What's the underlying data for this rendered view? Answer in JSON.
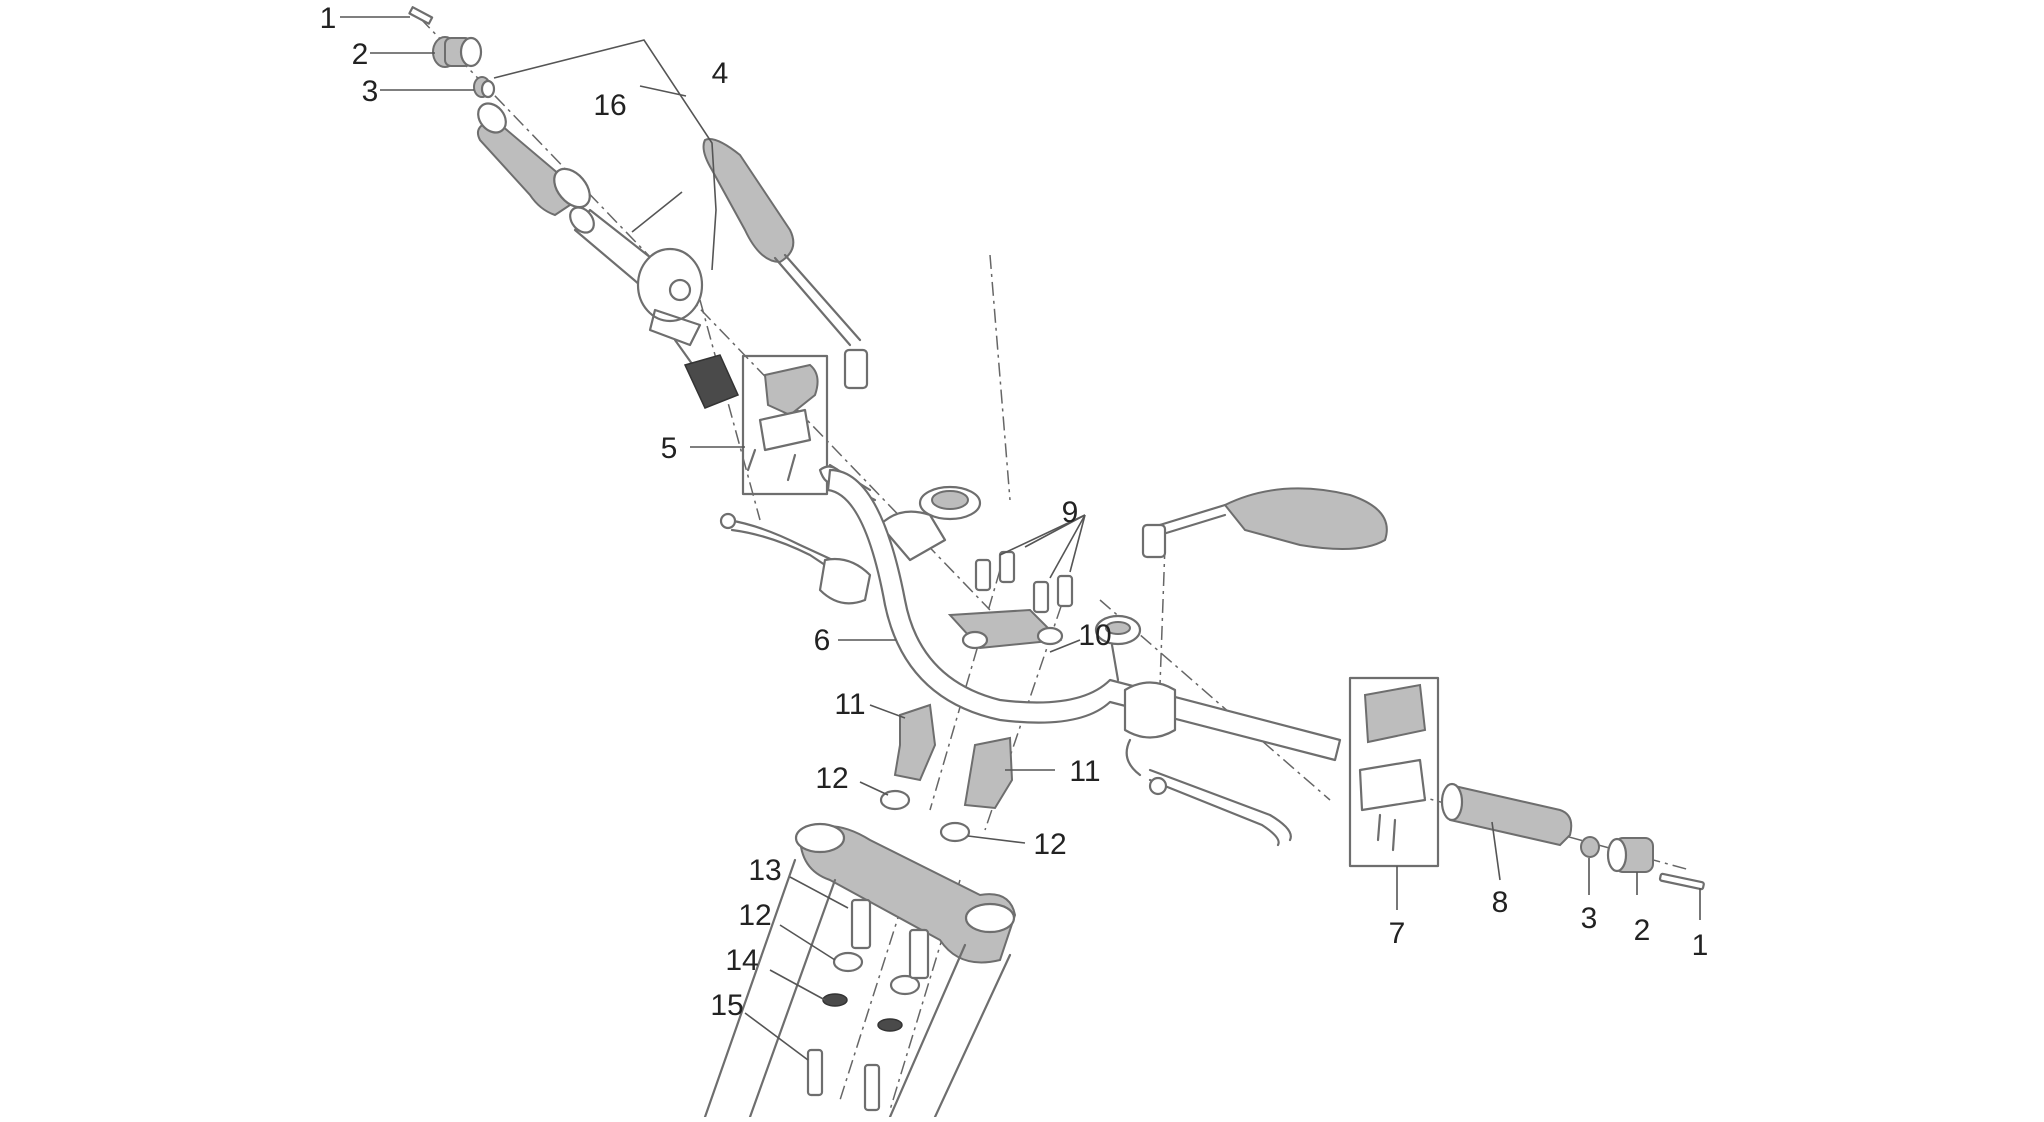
{
  "callouts": [
    {
      "id": "c1-left",
      "text": "1"
    },
    {
      "id": "c2-left",
      "text": "2"
    },
    {
      "id": "c3-left",
      "text": "3"
    },
    {
      "id": "c4",
      "text": "4"
    },
    {
      "id": "c16",
      "text": "16"
    },
    {
      "id": "c5",
      "text": "5"
    },
    {
      "id": "c9",
      "text": "9"
    },
    {
      "id": "c6",
      "text": "6"
    },
    {
      "id": "c10",
      "text": "10"
    },
    {
      "id": "c11-left",
      "text": "11"
    },
    {
      "id": "c11-right",
      "text": "11"
    },
    {
      "id": "c12-a",
      "text": "12"
    },
    {
      "id": "c12-b",
      "text": "12"
    },
    {
      "id": "c12-c",
      "text": "12"
    },
    {
      "id": "c13",
      "text": "13"
    },
    {
      "id": "c14",
      "text": "14"
    },
    {
      "id": "c15",
      "text": "15"
    },
    {
      "id": "c7",
      "text": "7"
    },
    {
      "id": "c8",
      "text": "8"
    },
    {
      "id": "c3-right",
      "text": "3"
    },
    {
      "id": "c2-right",
      "text": "2"
    },
    {
      "id": "c1-right",
      "text": "1"
    }
  ]
}
